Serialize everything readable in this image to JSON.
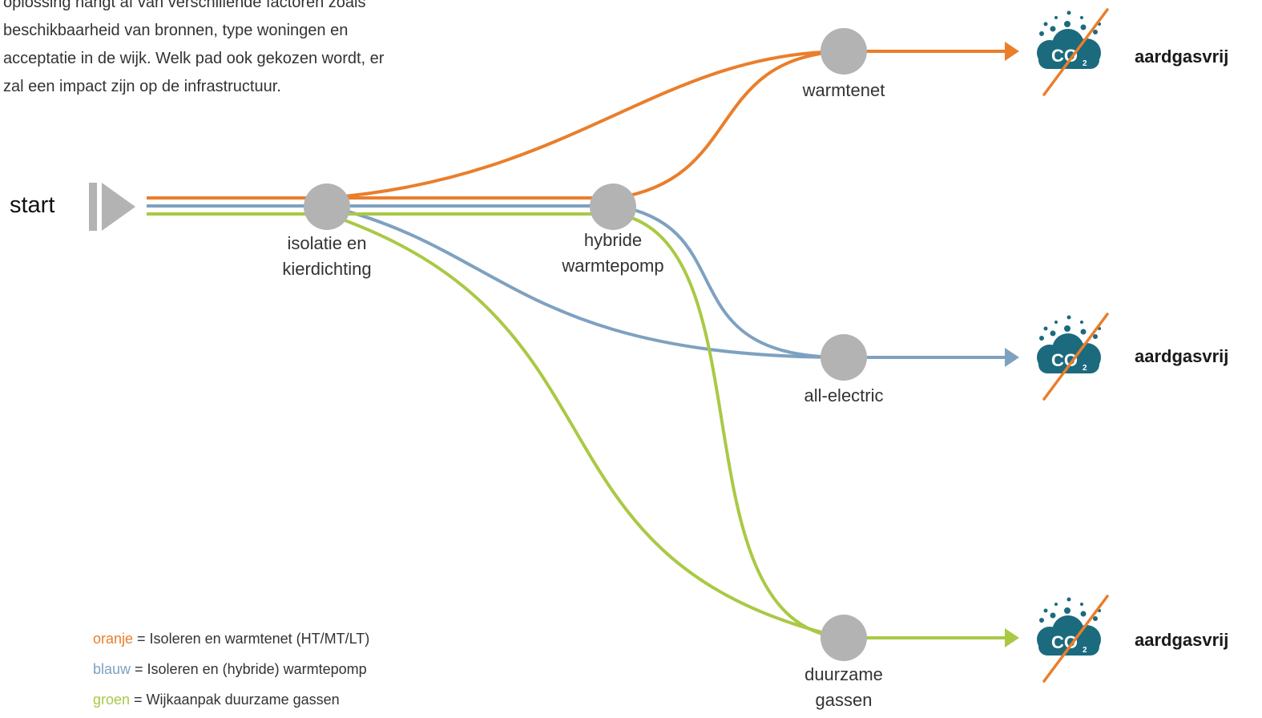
{
  "intro": {
    "lines": [
      "oplossing hangt af van verschillende factoren zoals",
      "beschikbaarheid van bronnen, type woningen en",
      "acceptatie in de wijk. Welk pad ook gekozen wordt, er",
      "zal een impact zijn op de infrastructuur."
    ]
  },
  "start": {
    "label": "start"
  },
  "nodes": {
    "isolatie": {
      "line1": "isolatie en",
      "line2": "kierdichting"
    },
    "hybride": {
      "line1": "hybride",
      "line2": "warmtepomp"
    },
    "warmtenet": {
      "label": "warmtenet"
    },
    "all_electric": {
      "label": "all-electric"
    },
    "duurzame": {
      "line1": "duurzame",
      "line2": "gassen"
    }
  },
  "outcomes": {
    "top": "aardgasvrij",
    "middle": "aardgasvrij",
    "bottom": "aardgasvrij",
    "icon": "co2-crossed-out-icon",
    "icon_text": "CO",
    "icon_subscript": "2"
  },
  "legend": {
    "items": [
      {
        "key": "oranje",
        "text": " = Isoleren en warmtenet (HT/MT/LT)",
        "color": "#ea7e2b"
      },
      {
        "key": "blauw",
        "text": " = Isoleren en (hybride) warmtepomp",
        "color": "#7ea1c0"
      },
      {
        "key": "groen",
        "text": " = Wijkaanpak duurzame gassen",
        "color": "#a9c945"
      }
    ]
  },
  "colors": {
    "orange": "#ea7e2b",
    "blue": "#7ea1c0",
    "green": "#a9c945",
    "node": "#b3b3b3",
    "start_icon": "#b3b3b3",
    "co2_cloud": "#1b6a7e",
    "strike": "#ea7e2b"
  }
}
